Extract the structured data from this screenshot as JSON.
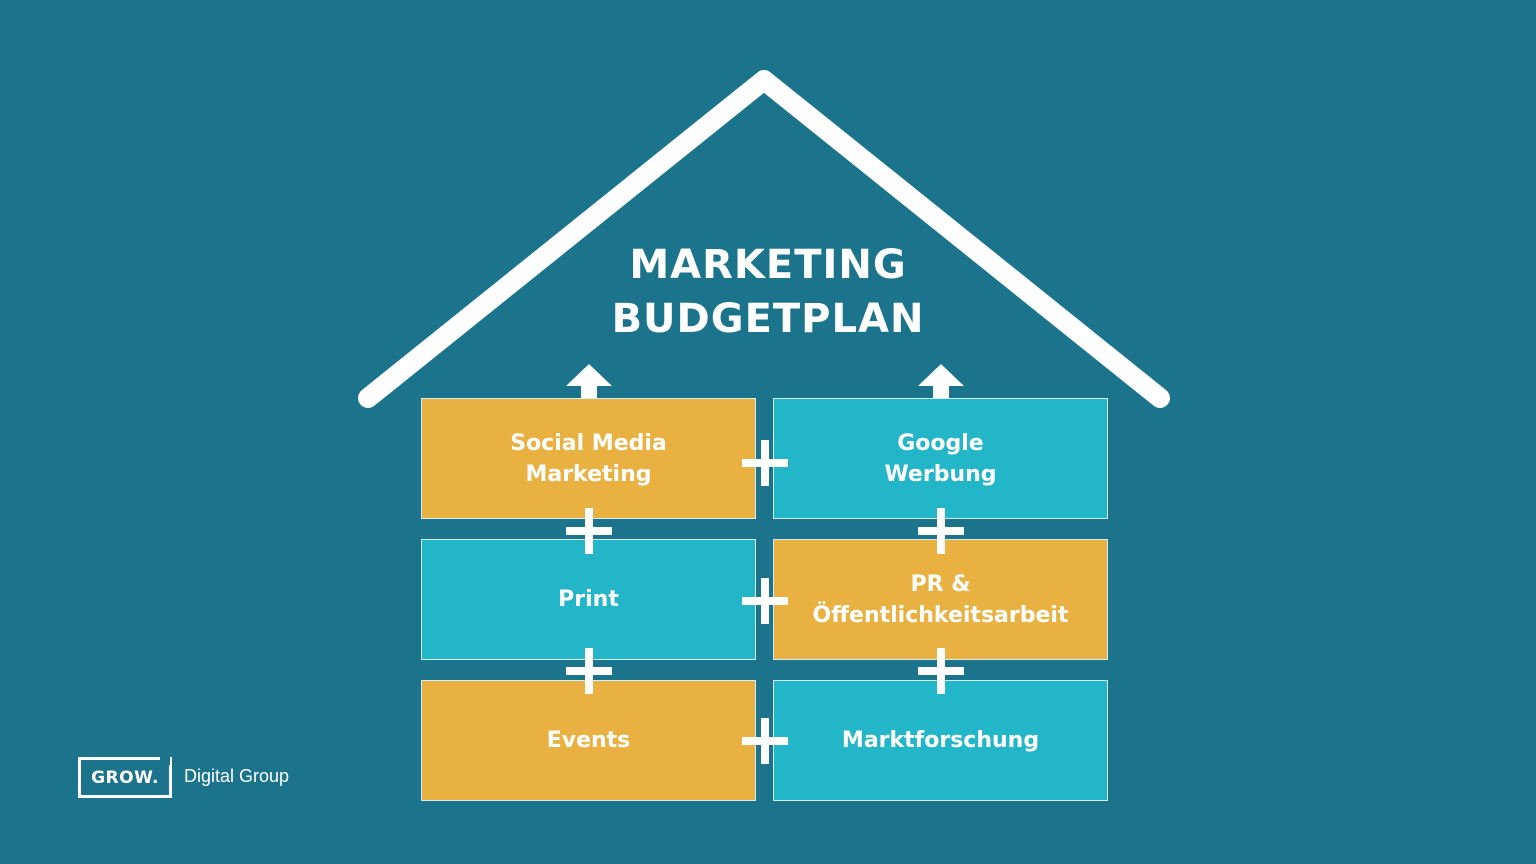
{
  "title": {
    "line1": "MARKETING",
    "line2": "BUDGETPLAN"
  },
  "colors": {
    "background": "#1b748c",
    "orange": "#e9b142",
    "cyan": "#23b6c9",
    "white": "#ffffff"
  },
  "blocks": [
    {
      "label": "Social Media\nMarketing",
      "color": "orange"
    },
    {
      "label": "Google\nWerbung",
      "color": "cyan"
    },
    {
      "label": "Print",
      "color": "cyan"
    },
    {
      "label": "PR &\nÖffentlichkeitsarbeit",
      "color": "orange"
    },
    {
      "label": "Events",
      "color": "orange"
    },
    {
      "label": "Marktforschung",
      "color": "cyan"
    }
  ],
  "icons": {
    "connector": "plus-icon",
    "roof_arrow": "arrow-up-icon",
    "roof": "house-roof-icon"
  },
  "logo": {
    "mark": "GROW.",
    "text": "Digital Group"
  }
}
